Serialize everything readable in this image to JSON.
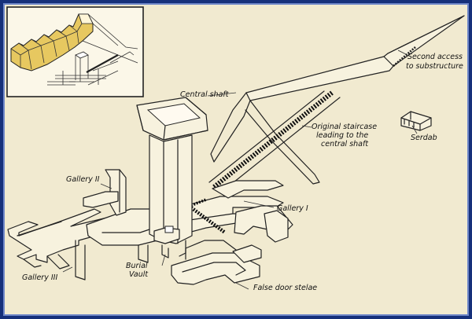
{
  "labels": {
    "central_shaft": "Central shaft",
    "second_access_line1": "Second access",
    "second_access_line2": "to substructure",
    "original_staircase_line1": "Original staircase",
    "original_staircase_line2": "leading to the",
    "original_staircase_line3": "central shaft",
    "serdab": "Serdab",
    "gallery_ii": "Gallery II",
    "gallery_i": "Gallery I",
    "gallery_iii": "Gallery III",
    "burial_vault_line1": "Burial",
    "burial_vault_line2": "Vault",
    "false_door_stelae": "False door stelae"
  },
  "colors": {
    "frame": "#16307a",
    "background": "#f1ead0",
    "pyramid_yellow": "#e7c860",
    "line": "#222222"
  }
}
